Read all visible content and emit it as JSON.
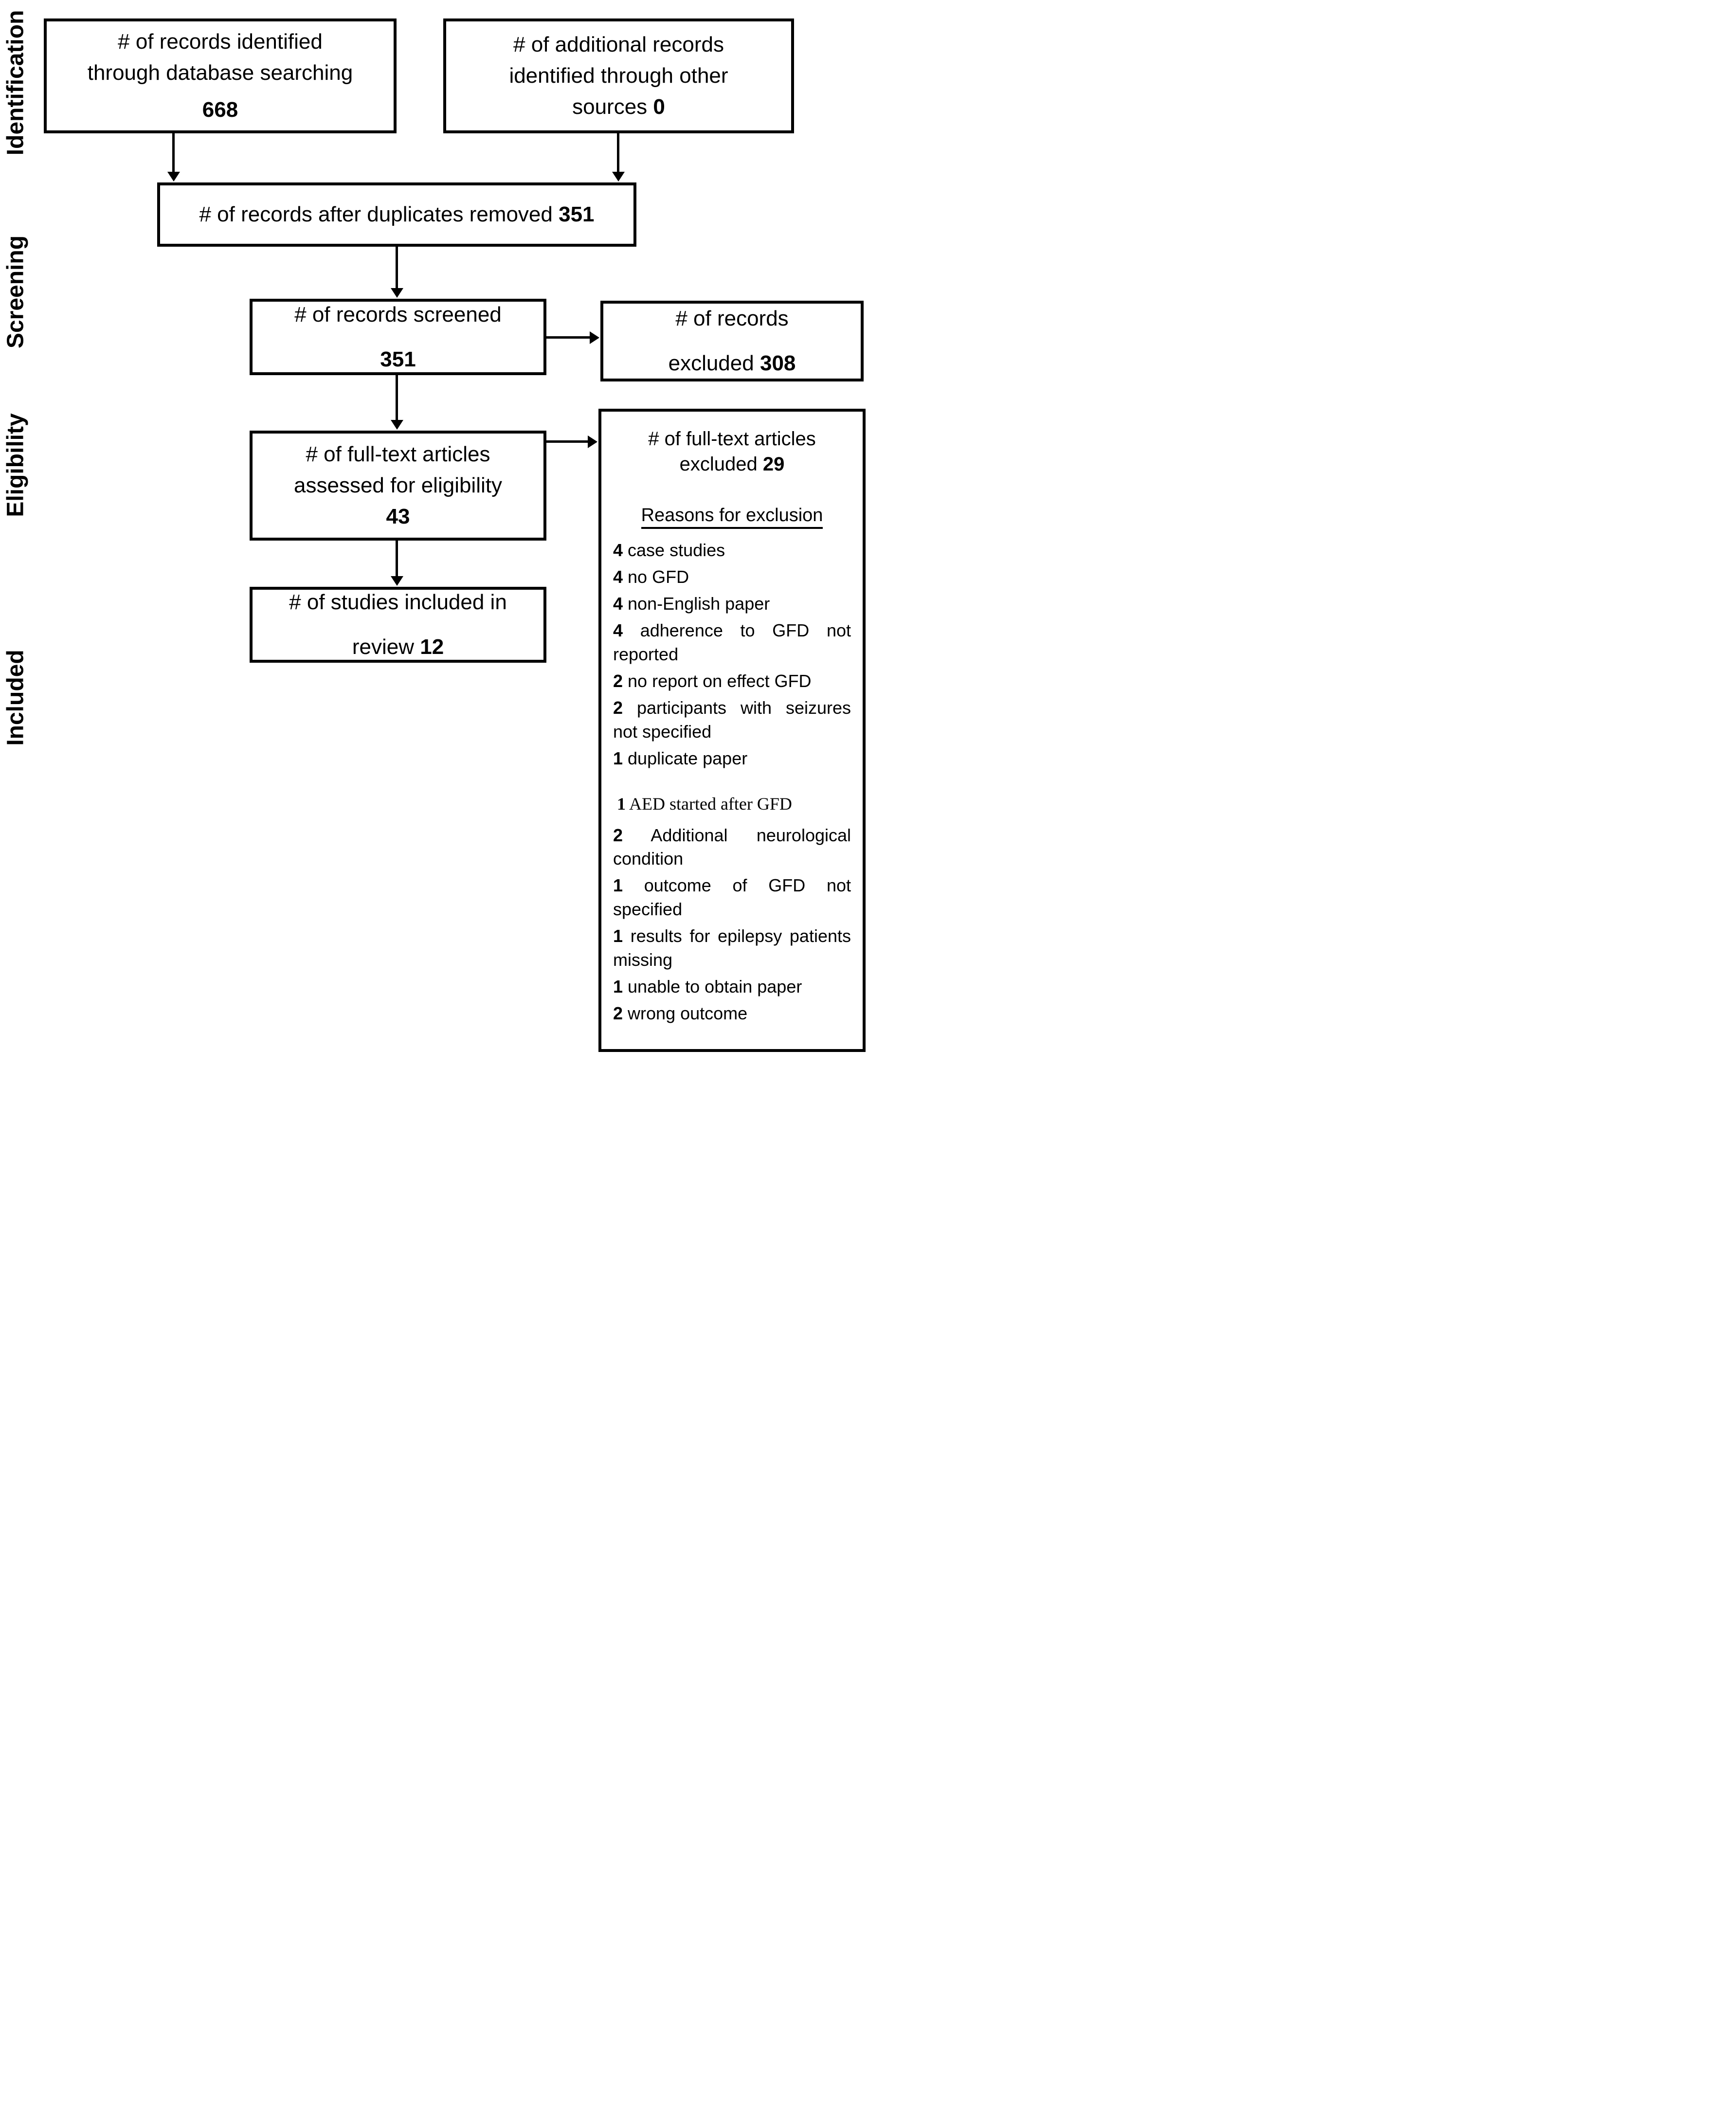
{
  "diagram": {
    "stage_labels": {
      "identification": "Identification",
      "screening": "Screening",
      "eligibility": "Eligibility",
      "included": "Included"
    },
    "boxes": {
      "identified": {
        "line1": "# of records identified",
        "line2": "through database searching",
        "count": "668"
      },
      "additional": {
        "line1": "# of additional records",
        "line2": "identified through other",
        "line3_prefix": "sources",
        "count": "0"
      },
      "duplicates": {
        "text_prefix": "# of records after duplicates removed",
        "count": "351"
      },
      "screened": {
        "line1": "# of records screened",
        "count": "351"
      },
      "records_excluded": {
        "line1": "# of records",
        "line2_prefix": "excluded",
        "count": "308"
      },
      "fulltext_assessed": {
        "line1": "# of full-text articles",
        "line2": "assessed for eligibility",
        "count": "43"
      },
      "studies_included": {
        "line1": "# of studies included in",
        "line2_prefix": "review",
        "count": "12"
      },
      "fulltext_excluded": {
        "line1": "# of full-text articles",
        "line2_prefix": "excluded",
        "count": "29",
        "reasons_heading": "Reasons for exclusion",
        "reasons": [
          {
            "count": "4",
            "text": "case studies",
            "justify": false,
            "serif": false
          },
          {
            "count": "4",
            "text": "no GFD",
            "justify": false,
            "serif": false
          },
          {
            "count": "4",
            "text": "non-English paper",
            "justify": false,
            "serif": false
          },
          {
            "count": "4",
            "text": "adherence to GFD not reported",
            "justify": true,
            "serif": false
          },
          {
            "count": "2",
            "text": "no report on effect GFD",
            "justify": false,
            "serif": false
          },
          {
            "count": "2",
            "text": "participants with seizures not specified",
            "justify": true,
            "serif": false
          },
          {
            "count": "1",
            "text": "duplicate paper",
            "justify": false,
            "serif": false
          },
          {
            "count": "1",
            "text": "AED started after GFD",
            "justify": false,
            "serif": true
          },
          {
            "count": "2",
            "text": "Additional neurological condition",
            "justify": true,
            "serif": false
          },
          {
            "count": "1",
            "text": "outcome of GFD not specified",
            "justify": true,
            "serif": false
          },
          {
            "count": "1",
            "text": "results for epilepsy patients missing",
            "justify": true,
            "serif": false
          },
          {
            "count": "1",
            "text": "unable to obtain paper",
            "justify": false,
            "serif": false
          },
          {
            "count": "2",
            "text": "wrong outcome",
            "justify": false,
            "serif": false
          }
        ]
      }
    }
  }
}
